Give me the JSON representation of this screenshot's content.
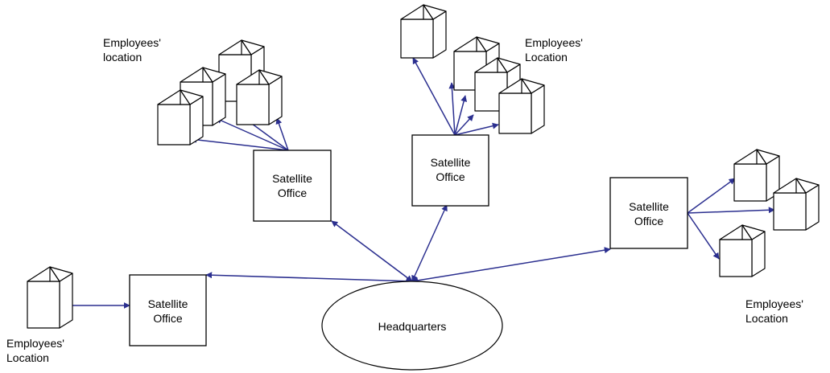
{
  "diagram": {
    "colors": {
      "line": "#2b2f8f",
      "stroke": "#000000",
      "fill": "#ffffff"
    },
    "headquarters": {
      "label": "Headquarters",
      "shape": "ellipse"
    },
    "satellites": [
      {
        "id": "sat-top-left",
        "line1": "Satellite",
        "line2": "Office"
      },
      {
        "id": "sat-top-mid",
        "line1": "Satellite",
        "line2": "Office"
      },
      {
        "id": "sat-right",
        "line1": "Satellite",
        "line2": "Office"
      },
      {
        "id": "sat-bottom-left",
        "line1": "Satellite",
        "line2": "Office"
      }
    ],
    "employee_labels": [
      {
        "id": "emp-label-top-left",
        "line1": "Employees'",
        "line2": "location"
      },
      {
        "id": "emp-label-top-mid",
        "line1": "Employees'",
        "line2": "Location"
      },
      {
        "id": "emp-label-right",
        "line1": "Employees'",
        "line2": "Location"
      },
      {
        "id": "emp-label-bottom-left",
        "line1": "Employees'",
        "line2": "Location"
      }
    ],
    "icons": {
      "house": "house-icon"
    }
  }
}
